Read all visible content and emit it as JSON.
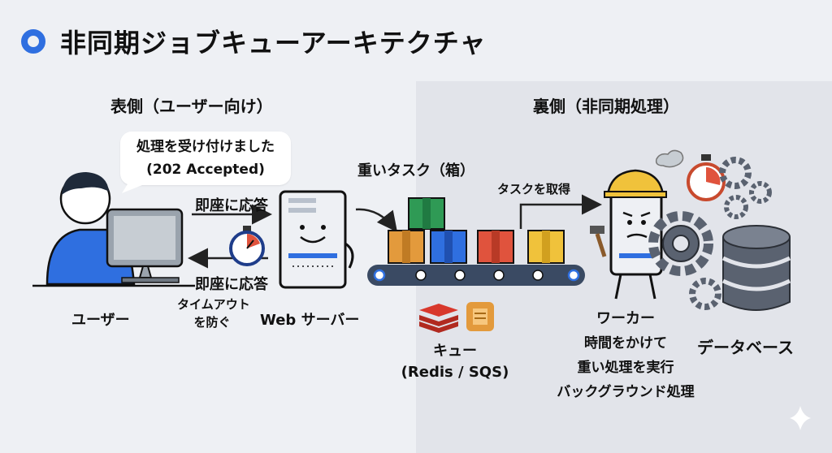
{
  "title": "非同期ジョブキューアーキテクチャ",
  "front_heading": "表側（ユーザー向け）",
  "back_heading": "裏側（非同期処理）",
  "bubble": {
    "line1": "処理を受け付けました",
    "line2": "(202 Accepted)"
  },
  "arrow_response_top": "即座に応答",
  "arrow_response_bottom": "即座に応答",
  "user_label": "ユーザー",
  "timeout_line1": "タイムアウト",
  "timeout_line2": "を防ぐ",
  "web_server_label": "Web サーバー",
  "heavy_task_label": "重いタスク（箱）",
  "fetch_task_label": "タスクを取得",
  "queue_label": "キュー",
  "queue_tech": "(Redis / SQS)",
  "worker_label": "ワーカー",
  "worker_desc": [
    "時間をかけて",
    "重い処理を実行",
    "バックグラウンド処理"
  ],
  "database_label": "データベース",
  "colors": {
    "accent": "#2f6fe0",
    "box_green": "#2f9a55",
    "box_orange": "#e39a3c",
    "box_blue": "#2f6fe0",
    "box_red": "#e0533d",
    "box_yellow": "#f0c23b",
    "belt": "#3a4a63"
  },
  "icons": [
    "user-at-computer-icon",
    "web-server-icon",
    "stopwatch-icon",
    "box-icon",
    "conveyor-belt-icon",
    "redis-icon",
    "sqs-icon",
    "worker-robot-icon",
    "hard-hat-icon",
    "hammer-icon",
    "gear-icon",
    "database-icon",
    "sparkle-icon"
  ]
}
